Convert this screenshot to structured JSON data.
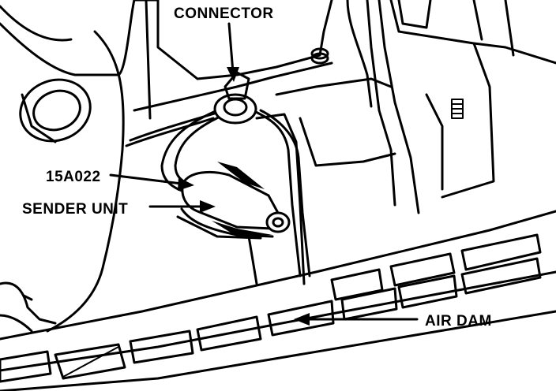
{
  "labels": {
    "connector": "CONNECTOR",
    "part_number": "15A022",
    "sender_unit": "SENDER UNIT",
    "air_dam": "AIR DAM"
  },
  "colors": {
    "ink": "#000000",
    "paper": "#ffffff"
  }
}
